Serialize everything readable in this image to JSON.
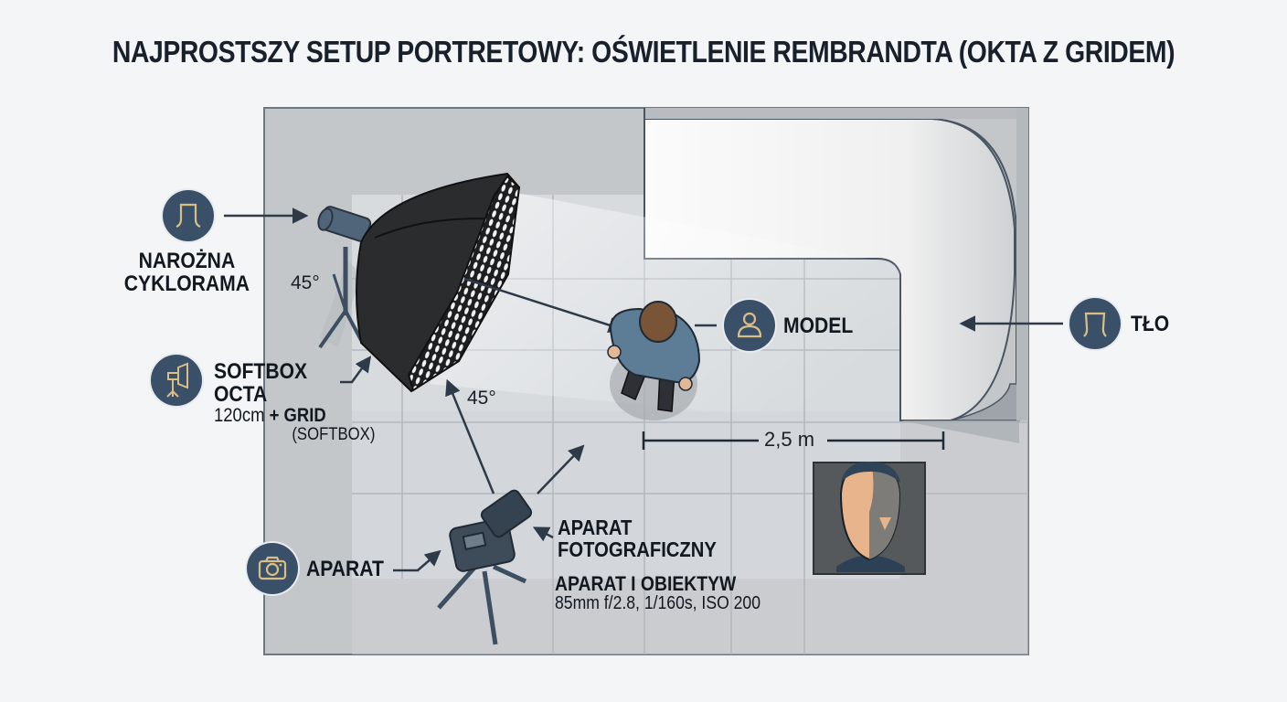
{
  "title": "NAJPROSTSZY SETUP PORTRETOWY: OŚWIETLENIE REMBRANDTA (OKTA Z GRIDEM)",
  "colors": {
    "background": "#f4f5f6",
    "studio_floor": "#c3c6c9",
    "floor_tiles": "#d5d9dc",
    "cyclorama": "#f2f2f2",
    "icon_circle": "#3a5068",
    "icon_stroke": "#d9bf86",
    "text": "#111820",
    "softbox": "#2a2b2d"
  },
  "labels": {
    "cyclorama_corner": {
      "line1": "NAROŻNA",
      "line2": "CYKLORAMA",
      "icon": "cyclorama-icon"
    },
    "softbox": {
      "line1": "SOFTBOX",
      "line2": "OCTA",
      "size": "120cm",
      "plus": "+",
      "grid": "GRID",
      "note": "(SOFTBOX)",
      "icon": "softbox-light-icon"
    },
    "camera": {
      "label": "APARAT",
      "icon": "camera-icon"
    },
    "camera_full": {
      "line1": "APARAT",
      "line2": "FOTOGRAFICZNY"
    },
    "camera_lens": {
      "heading": "APARAT I OBIEKTYW",
      "settings": "85mm f/2.8, 1/160s, ISO 200"
    },
    "model": {
      "label": "MODEL",
      "icon": "person-icon"
    },
    "background": {
      "label": "TŁO",
      "icon": "backdrop-icon"
    }
  },
  "angles": {
    "light_angle": "45°",
    "camera_angle": "45°"
  },
  "distance": {
    "label": "2,5 m"
  }
}
